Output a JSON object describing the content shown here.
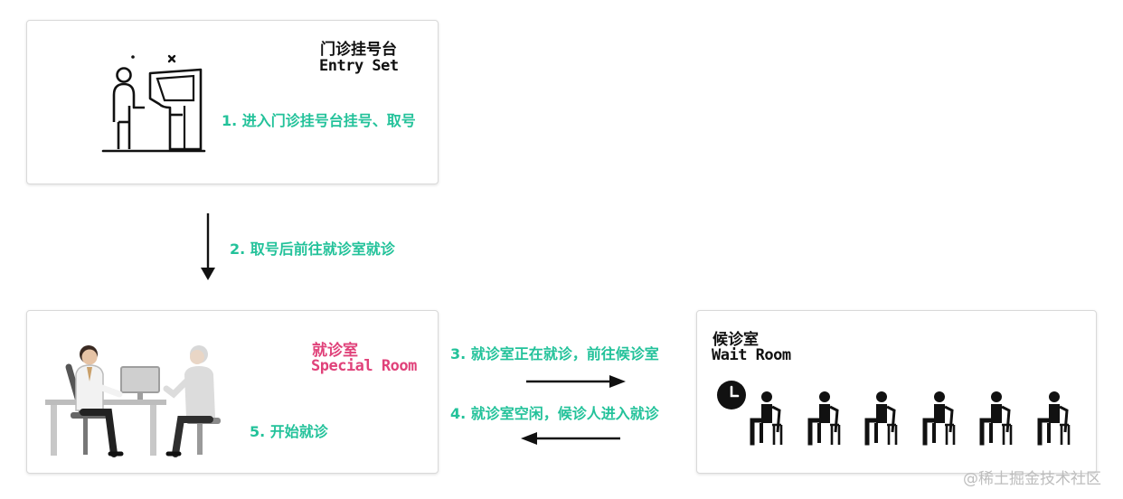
{
  "entry": {
    "title_cn": "门诊挂号台",
    "title_en": "Entry Set",
    "step": "1. 进入门诊挂号台挂号、取号"
  },
  "step2": "2. 取号后前往就诊室就诊",
  "special": {
    "title_cn": "就诊室",
    "title_en": "Special Room",
    "step": "5. 开始就诊"
  },
  "step3": "3. 就诊室正在就诊，前往候诊室",
  "step4": "4. 就诊室空闲，候诊人进入就诊",
  "wait": {
    "title_cn": "候诊室",
    "title_en": "Wait Room",
    "seat_count": 6
  },
  "watermark": "@稀土掘金技术社区",
  "colors": {
    "step_text": "#23c29a",
    "special_title": "#e0427a"
  }
}
